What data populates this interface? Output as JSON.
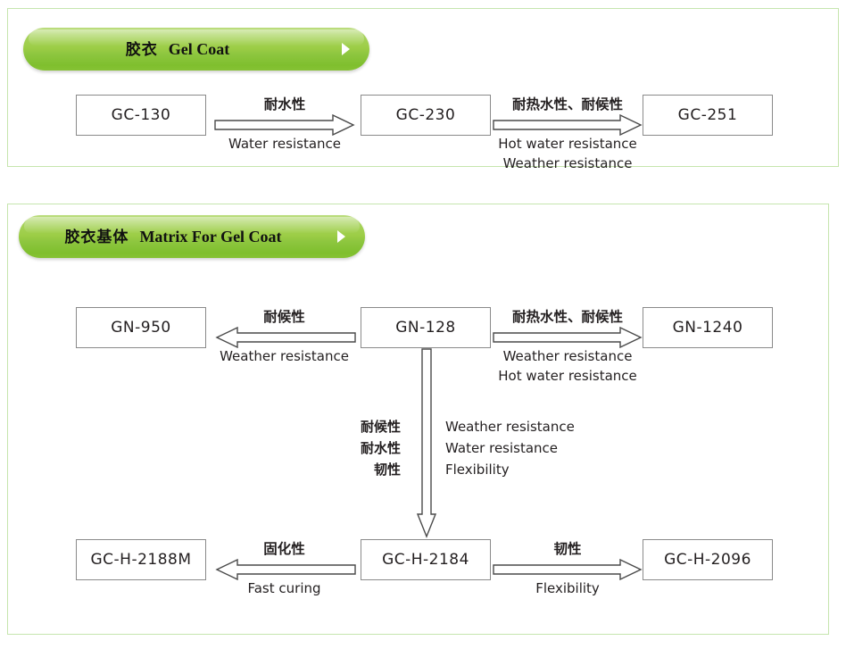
{
  "panels": [
    {
      "id": "gel-coat",
      "header": {
        "cn": "胶衣",
        "en": "Gel Coat",
        "caret_icon": "triangle-right-icon"
      },
      "nodes": [
        {
          "id": "gc-130",
          "label": "GC-130"
        },
        {
          "id": "gc-230",
          "label": "GC-230"
        },
        {
          "id": "gc-251",
          "label": "GC-251"
        }
      ],
      "arrows": [
        {
          "id": "gc-130-to-gc-230",
          "direction": "right",
          "above": [
            "耐水性"
          ],
          "below": [
            "Water resistance"
          ]
        },
        {
          "id": "gc-230-to-gc-251",
          "direction": "right",
          "above": [
            "耐热水性、耐候性"
          ],
          "below": [
            "Hot water resistance",
            "Weather resistance"
          ]
        }
      ]
    },
    {
      "id": "matrix-for-gel-coat",
      "header": {
        "cn": "胶衣基体",
        "en": "Matrix For Gel Coat",
        "caret_icon": "triangle-right-icon"
      },
      "nodes": [
        {
          "id": "gn-950",
          "label": "GN-950"
        },
        {
          "id": "gn-128",
          "label": "GN-128"
        },
        {
          "id": "gn-1240",
          "label": "GN-1240"
        },
        {
          "id": "gc-h-2188m",
          "label": "GC-H-2188M"
        },
        {
          "id": "gc-h-2184",
          "label": "GC-H-2184"
        },
        {
          "id": "gc-h-2096",
          "label": "GC-H-2096"
        }
      ],
      "arrows": [
        {
          "id": "gn-128-to-gn-950",
          "direction": "left",
          "above": [
            "耐候性"
          ],
          "below": [
            "Weather resistance"
          ]
        },
        {
          "id": "gn-128-to-gn-1240",
          "direction": "right",
          "above": [
            "耐热水性、耐候性"
          ],
          "below": [
            "Weather resistance",
            "Hot water resistance"
          ]
        },
        {
          "id": "gn-128-to-gc-h-2184",
          "direction": "down",
          "cn_lines": [
            "耐候性",
            "耐水性",
            "韧性"
          ],
          "en_lines": [
            "Weather resistance",
            "Water resistance",
            "Flexibility"
          ]
        },
        {
          "id": "gc-h-2184-to-gc-h-2188m",
          "direction": "left",
          "above": [
            "固化性"
          ],
          "below": [
            "Fast curing"
          ]
        },
        {
          "id": "gc-h-2184-to-gc-h-2096",
          "direction": "right",
          "above": [
            "韧性"
          ],
          "below": [
            "Flexibility"
          ]
        }
      ]
    }
  ],
  "colors": {
    "panel_border": "#c6e5ae",
    "pill_green_light": "#bcdd7f",
    "pill_green_dark": "#7fbf2e",
    "node_border": "#8a8a8a",
    "text": "#231f20",
    "arrow_stroke": "#4a4a4a"
  }
}
